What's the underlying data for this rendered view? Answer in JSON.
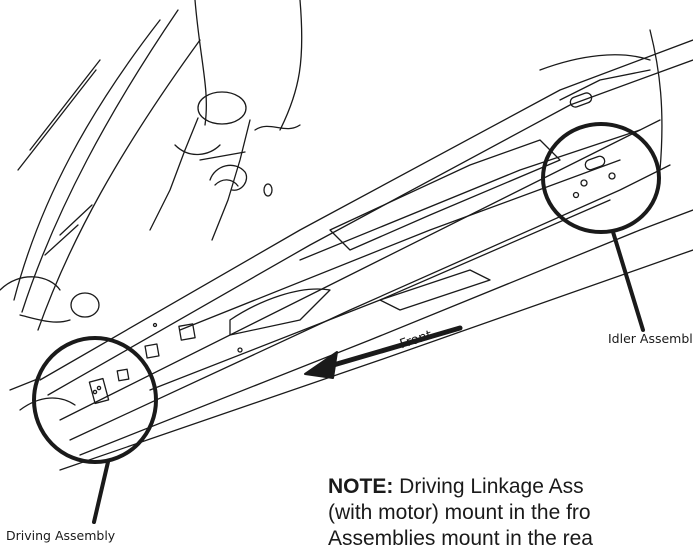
{
  "labels": {
    "idler": "Idler Assembly",
    "driving": "Driving Assembly",
    "front": "Front"
  },
  "note": {
    "prefix": "NOTE:",
    "line1": " Driving Linkage Ass",
    "line2": "(with motor) mount in the fro",
    "line3": "Assemblies mount in the rea"
  },
  "colors": {
    "stroke": "#1a1a1a",
    "background": "#ffffff"
  }
}
